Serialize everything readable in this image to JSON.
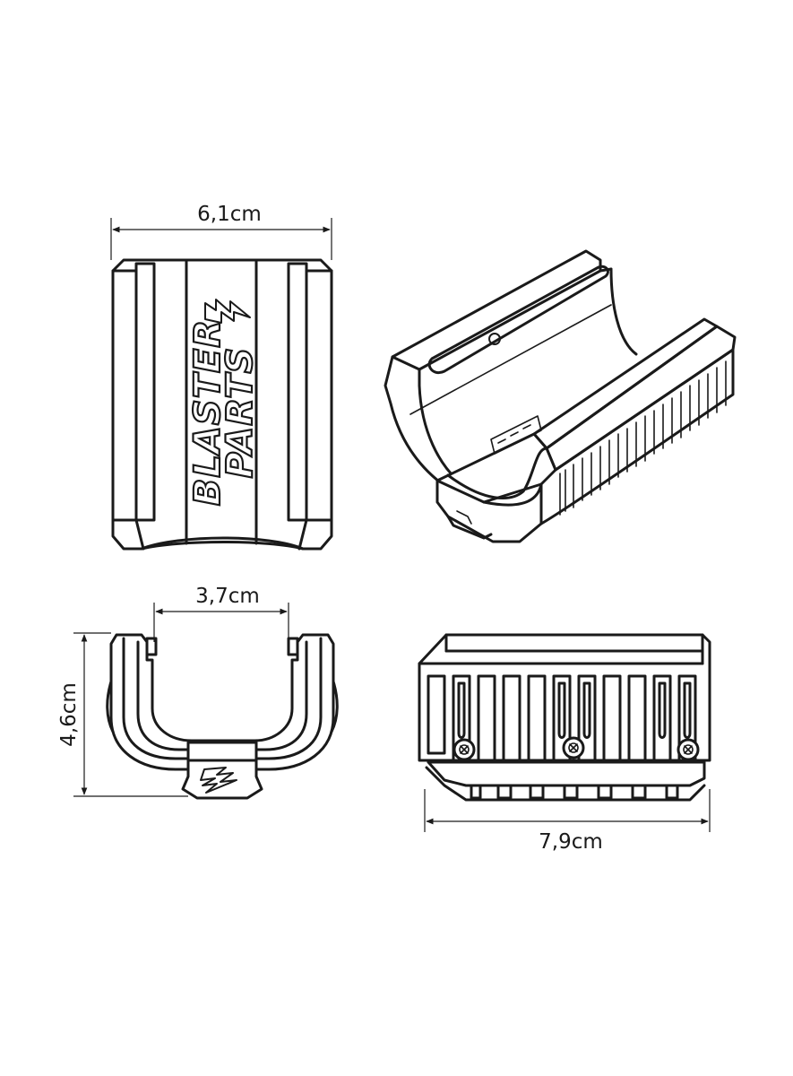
{
  "dimensions": {
    "width_label": "6,1cm",
    "inner_width_label": "3,7cm",
    "height_label": "4,6cm",
    "length_label": "7,9cm"
  },
  "logo": {
    "line1": "BLASTER",
    "line2": "PARTS"
  },
  "colors": {
    "line": "#1a1a1a",
    "background": "#ffffff"
  },
  "icons": [
    "lightning-bolt-icon",
    "screw-head-icon"
  ]
}
